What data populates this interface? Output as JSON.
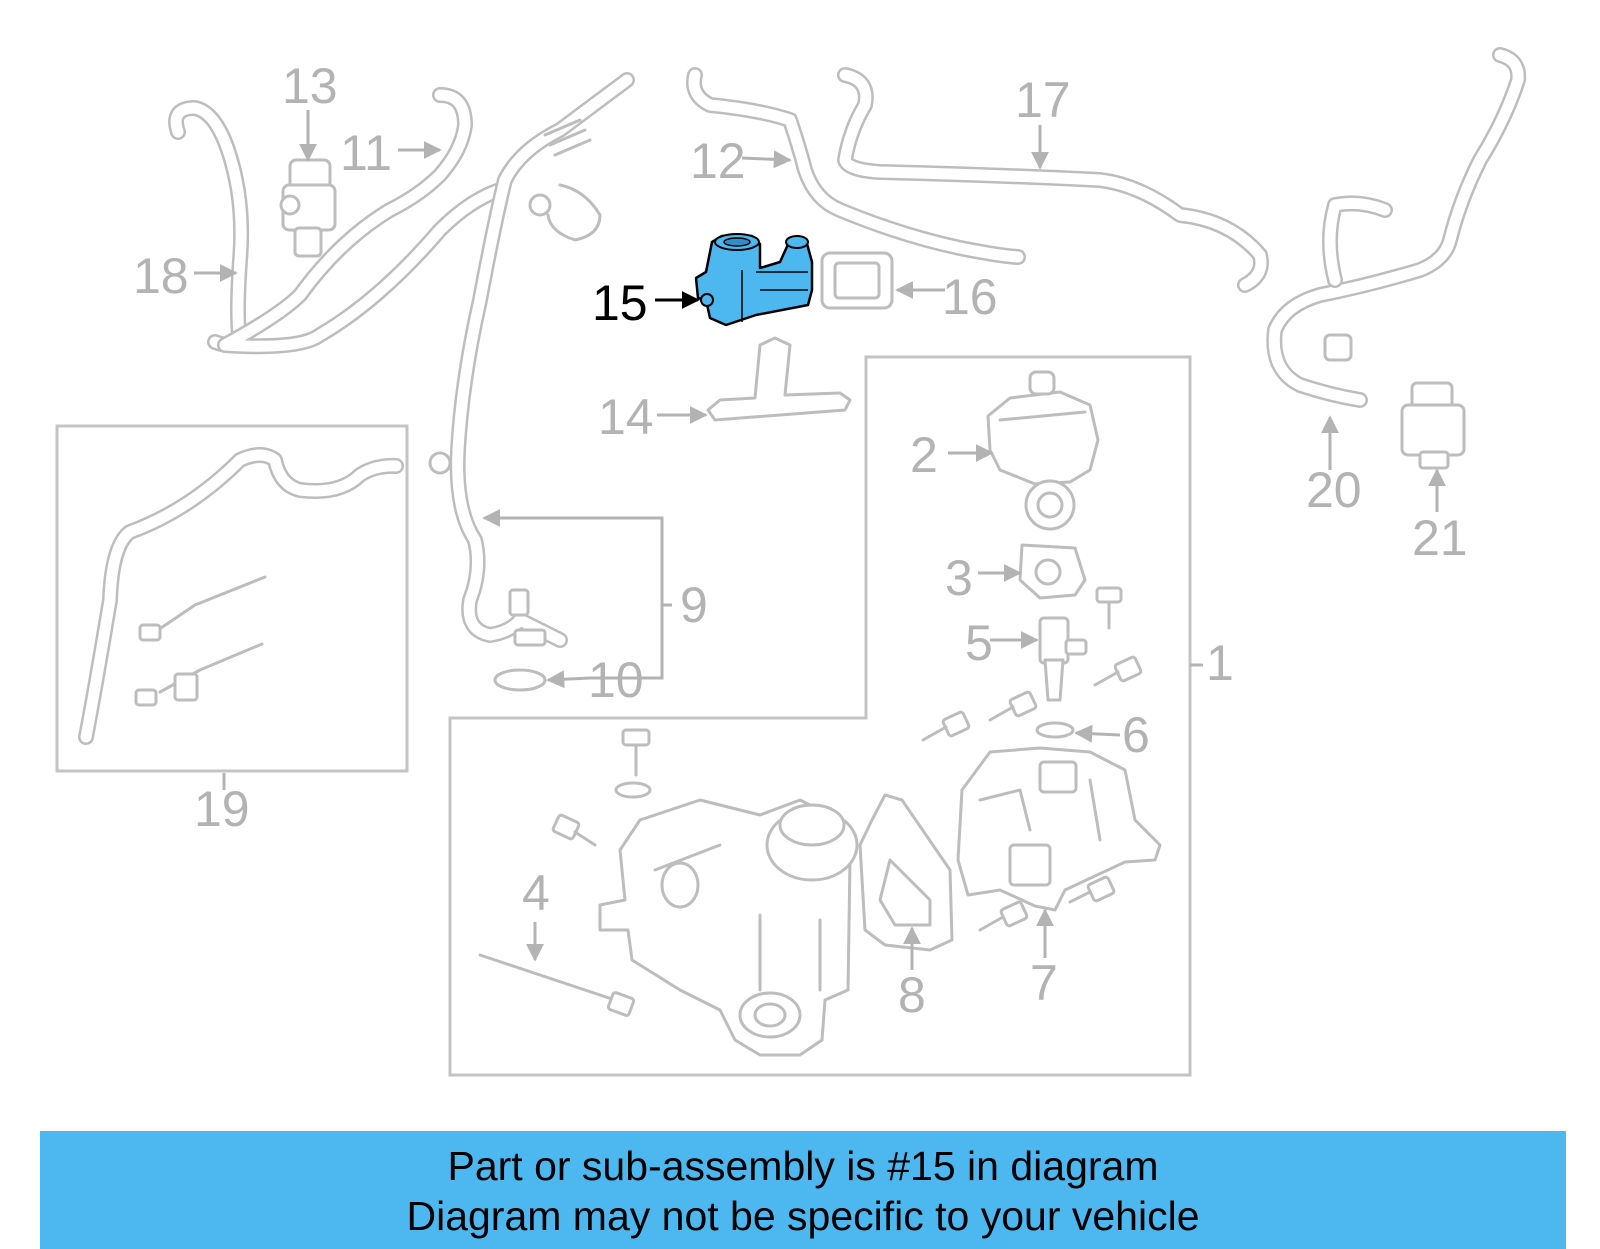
{
  "diagram": {
    "highlight_color": "#4db8f0",
    "highlighted_callout": "15",
    "callouts": [
      "1",
      "2",
      "3",
      "4",
      "5",
      "6",
      "7",
      "8",
      "9",
      "10",
      "11",
      "12",
      "13",
      "14",
      "15",
      "16",
      "17",
      "18",
      "19",
      "20",
      "21"
    ]
  },
  "banner": {
    "line1": "Part or sub-assembly is #15 in diagram",
    "line2": "Diagram may not be specific to your vehicle",
    "background_color": "#4db8f0"
  }
}
